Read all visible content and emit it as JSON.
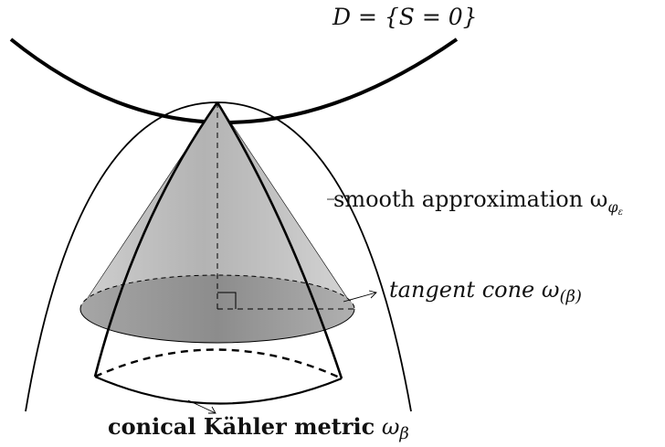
{
  "labels": {
    "divisor": "D = {S = 0}",
    "smooth_text": "smooth approximation ω",
    "smooth_sub": "φ",
    "smooth_subsub": "ε",
    "tangent_text": "tangent cone ω",
    "tangent_sub": "(β)",
    "conical_text": "conical Kähler metric",
    "conical_omega": "ω",
    "conical_sub": "β"
  },
  "colors": {
    "stroke": "#000000",
    "cone_light": "#d9d9d9",
    "cone_dark": "#8f8f8f"
  }
}
